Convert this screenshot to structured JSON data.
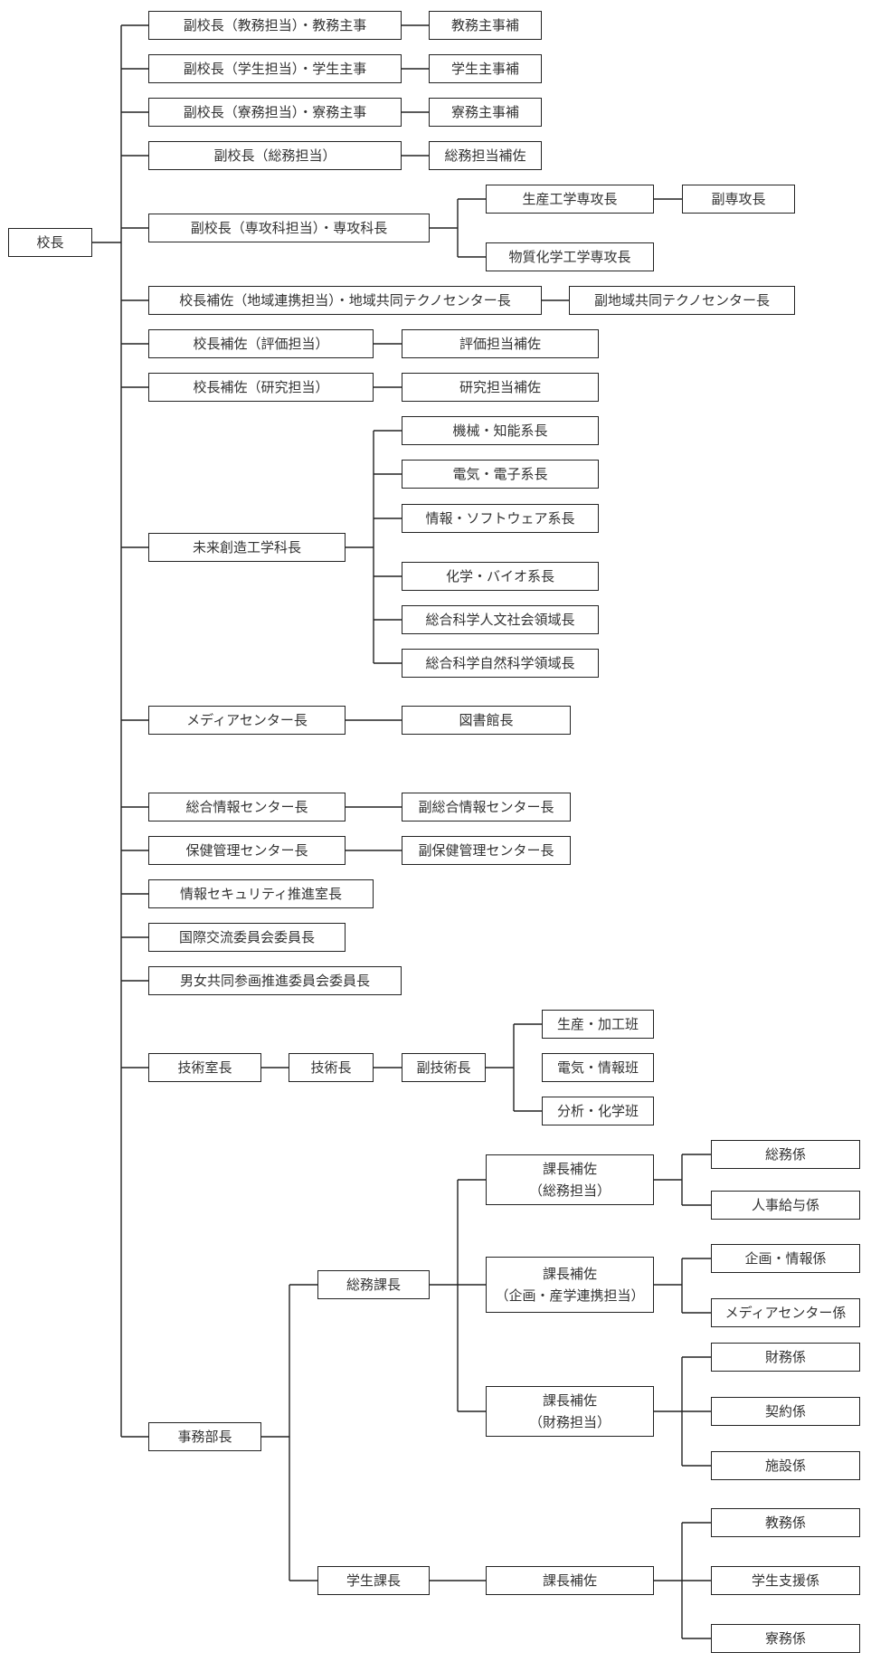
{
  "org": {
    "n0": "校長",
    "n1": "副校長（教務担当）・教務主事",
    "n2": "教務主事補",
    "n3": "副校長（学生担当）・学生主事",
    "n4": "学生主事補",
    "n5": "副校長（寮務担当）・寮務主事",
    "n6": "寮務主事補",
    "n7": "副校長（総務担当）",
    "n8": "総務担当補佐",
    "n9": "副校長（専攻科担当）・専攻科長",
    "n10": "生産工学専攻長",
    "n11": "副専攻長",
    "n12": "物質化学工学専攻長",
    "n13": "校長補佐（地域連携担当）・地域共同テクノセンター長",
    "n14": "副地域共同テクノセンター長",
    "n15": "校長補佐（評価担当）",
    "n16": "評価担当補佐",
    "n17": "校長補佐（研究担当）",
    "n18": "研究担当補佐",
    "n19": "未来創造工学科長",
    "n20": "機械・知能系長",
    "n21": "電気・電子系長",
    "n22": "情報・ソフトウェア系長",
    "n23": "化学・バイオ系長",
    "n24": "総合科学人文社会領域長",
    "n25": "総合科学自然科学領域長",
    "n26": "メディアセンター長",
    "n27": "図書館長",
    "n28": "総合情報センター長",
    "n29": "副総合情報センター長",
    "n30": "保健管理センター長",
    "n31": "副保健管理センター長",
    "n32": "情報セキュリティ推進室長",
    "n33": "国際交流委員会委員長",
    "n34": "男女共同参画推進委員会委員長",
    "n35": "技術室長",
    "n36": "技術長",
    "n37": "副技術長",
    "n38": "生産・加工班",
    "n39": "電気・情報班",
    "n40": "分析・化学班",
    "n41": "事務部長",
    "n42": "総務課長",
    "n43a": "課長補佐",
    "n43b": "（総務担当）",
    "n44": "総務係",
    "n45": "人事給与係",
    "n46a": "課長補佐",
    "n46b": "（企画・産学連携担当）",
    "n47": "企画・情報係",
    "n48": "メディアセンター係",
    "n49a": "課長補佐",
    "n49b": "（財務担当）",
    "n50": "財務係",
    "n51": "契約係",
    "n52": "施設係",
    "n53": "学生課長",
    "n54": "課長補佐",
    "n55": "教務係",
    "n56": "学生支援係",
    "n57": "寮務係"
  }
}
